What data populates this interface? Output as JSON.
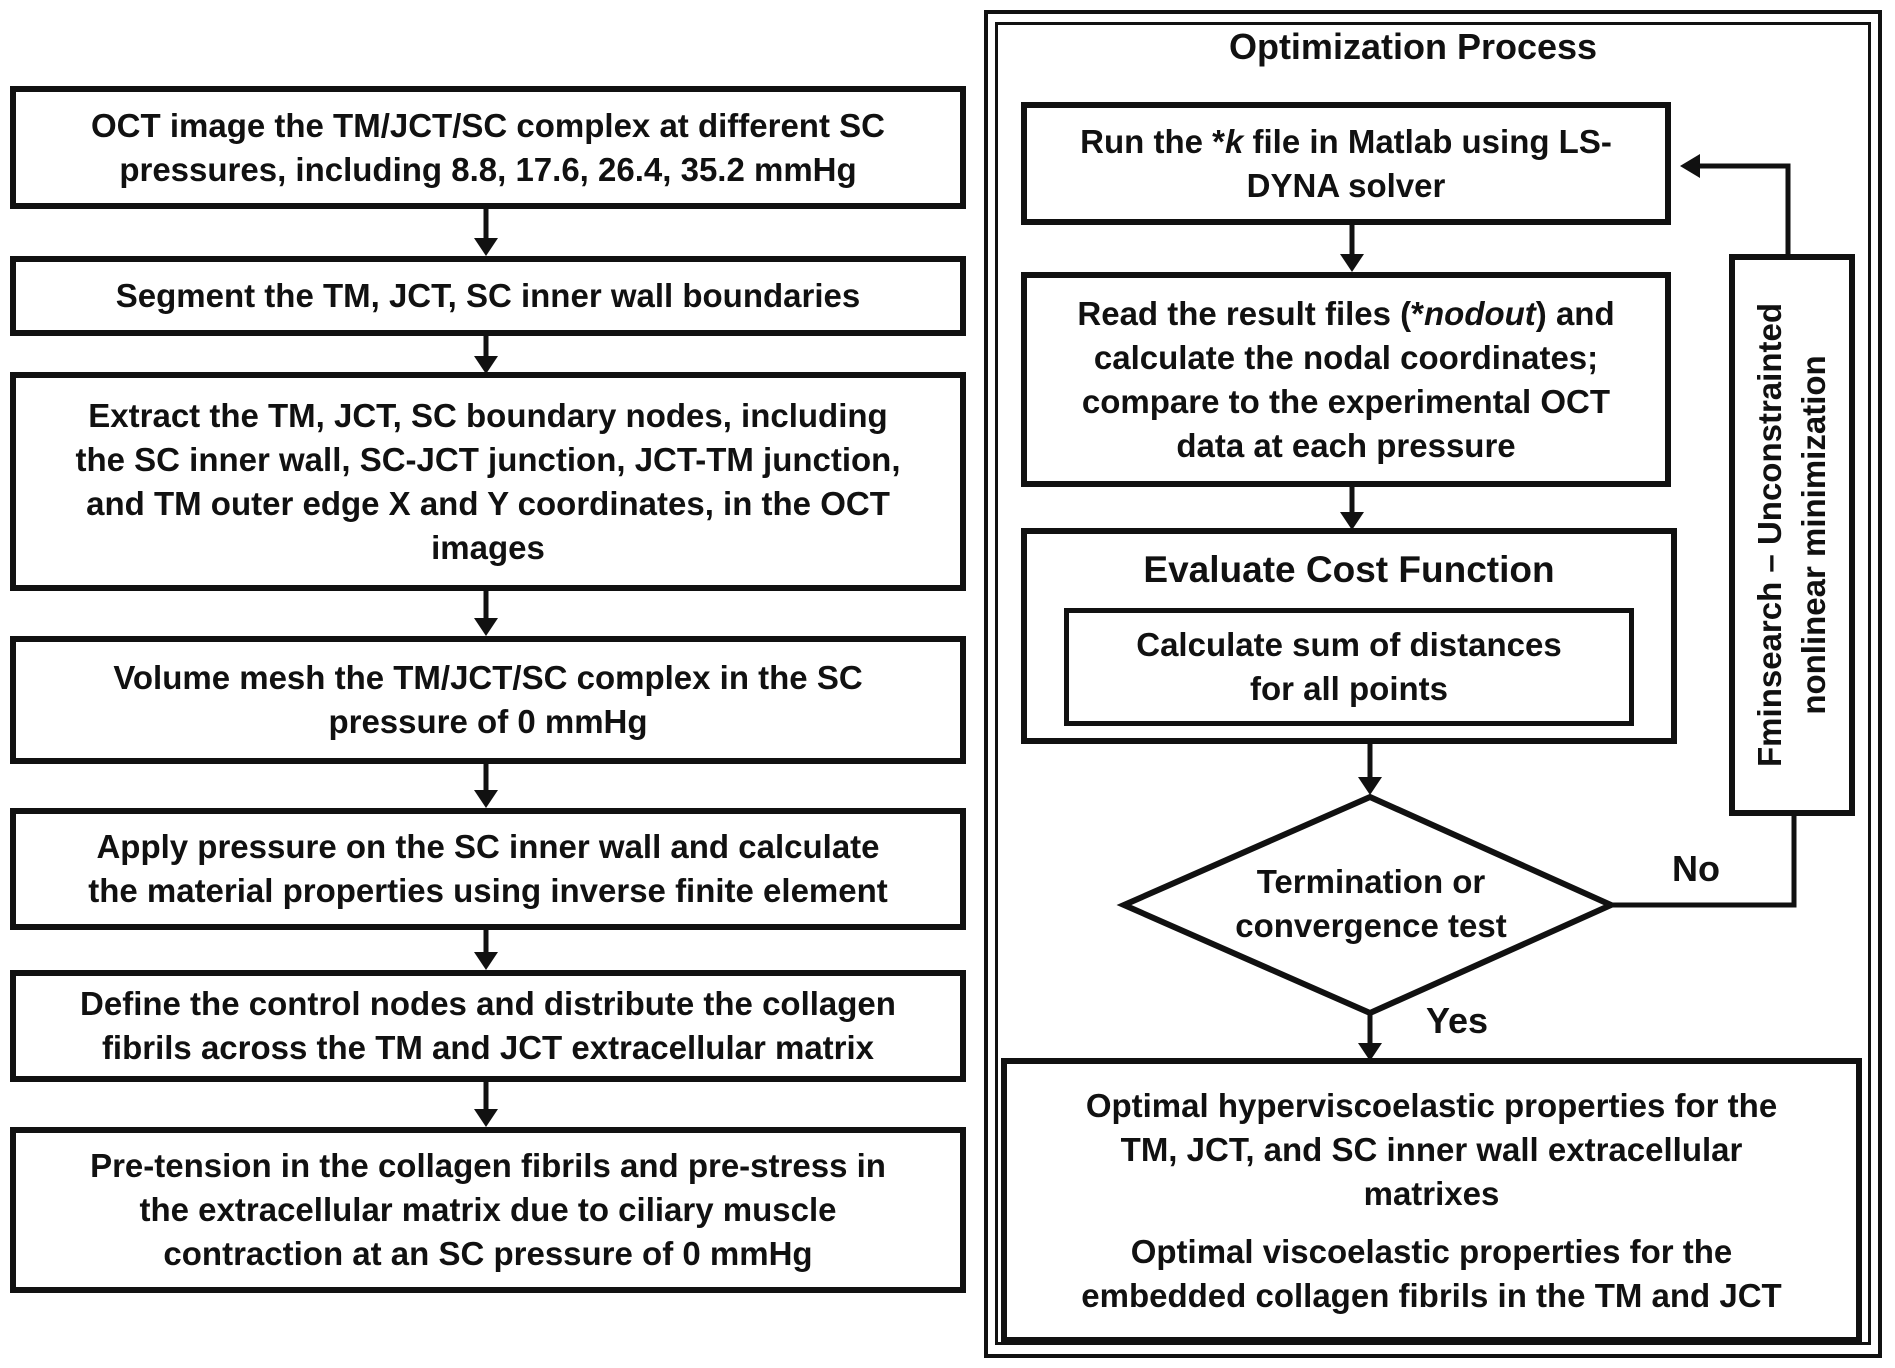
{
  "left_steps": [
    [
      "OCT image the TM/JCT/SC complex at different SC",
      "pressures, including 8.8, 17.6, 26.4, 35.2 mmHg"
    ],
    [
      "Segment the TM, JCT, SC inner wall boundaries"
    ],
    [
      "Extract the TM, JCT, SC boundary nodes, including",
      "the SC inner wall, SC-JCT junction, JCT-TM junction,",
      "and TM outer edge X and Y coordinates, in the OCT",
      "images"
    ],
    [
      "Volume mesh the TM/JCT/SC complex in the SC",
      "pressure of 0 mmHg"
    ],
    [
      "Apply pressure on the SC inner wall and calculate",
      "the material properties using inverse finite element"
    ],
    [
      "Define the control nodes and distribute the collagen",
      "fibrils across the TM and JCT extracellular matrix"
    ],
    [
      "Pre-tension in the collagen fibrils and pre-stress in",
      "the extracellular matrix due to ciliary muscle",
      "contraction at an SC pressure of 0 mmHg"
    ]
  ],
  "optimization": {
    "title": "Optimization Process",
    "run_step": {
      "line1_pre": "Run the *",
      "line1_italic": "k",
      "line1_post": " file in Matlab using LS-",
      "line2": "DYNA solver"
    },
    "read_step": {
      "line1_pre": "Read the result files (*",
      "line1_italic": "nodout",
      "line1_post": ") and",
      "line2": "calculate the nodal coordinates;",
      "line3": "compare to the experimental OCT",
      "line4": "data at each pressure"
    },
    "cost": {
      "title": "Evaluate Cost Function",
      "sub_line1": "Calculate sum of distances",
      "sub_line2": "for all points"
    },
    "decision": {
      "line1": "Termination or",
      "line2": "convergence test",
      "no_label": "No",
      "yes_label": "Yes"
    },
    "fminsearch": {
      "line1": "Fminsearch – Unconstrainted",
      "line2": "nonlinear minimization"
    },
    "result": {
      "line1": "Optimal hyperviscoelastic properties for the",
      "line2": "TM, JCT, and SC inner wall extracellular",
      "line3": "matrixes",
      "line4": "Optimal viscoelastic properties for the",
      "line5": "embedded collagen fibrils in the TM and JCT"
    }
  }
}
